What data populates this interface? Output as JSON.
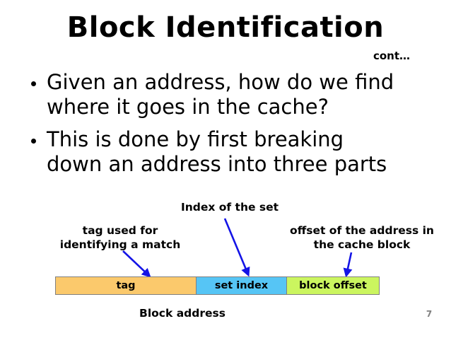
{
  "slide": {
    "title": "Block Identification",
    "continuation_note": "cont…",
    "page_number": "7",
    "bullets": [
      {
        "line1": "Given an address, how do we find",
        "line2": "where it goes in the cache?"
      },
      {
        "line1": "This is done by first breaking",
        "line2": "down an address into three parts"
      }
    ],
    "callouts": {
      "index": "Index of the set",
      "tag_line1": "tag used for",
      "tag_line2": "identifying a match",
      "offset_line1": "offset of the address in",
      "offset_line2": "the cache block"
    },
    "address_bar": {
      "caption": "Block address",
      "segments": [
        {
          "label": "tag",
          "color": "#FBC96C"
        },
        {
          "label": "set index",
          "color": "#56C5F5"
        },
        {
          "label": "block offset",
          "color": "#CBF55F"
        }
      ],
      "border_color": "#808080"
    },
    "arrow_color": "#1414E6"
  }
}
